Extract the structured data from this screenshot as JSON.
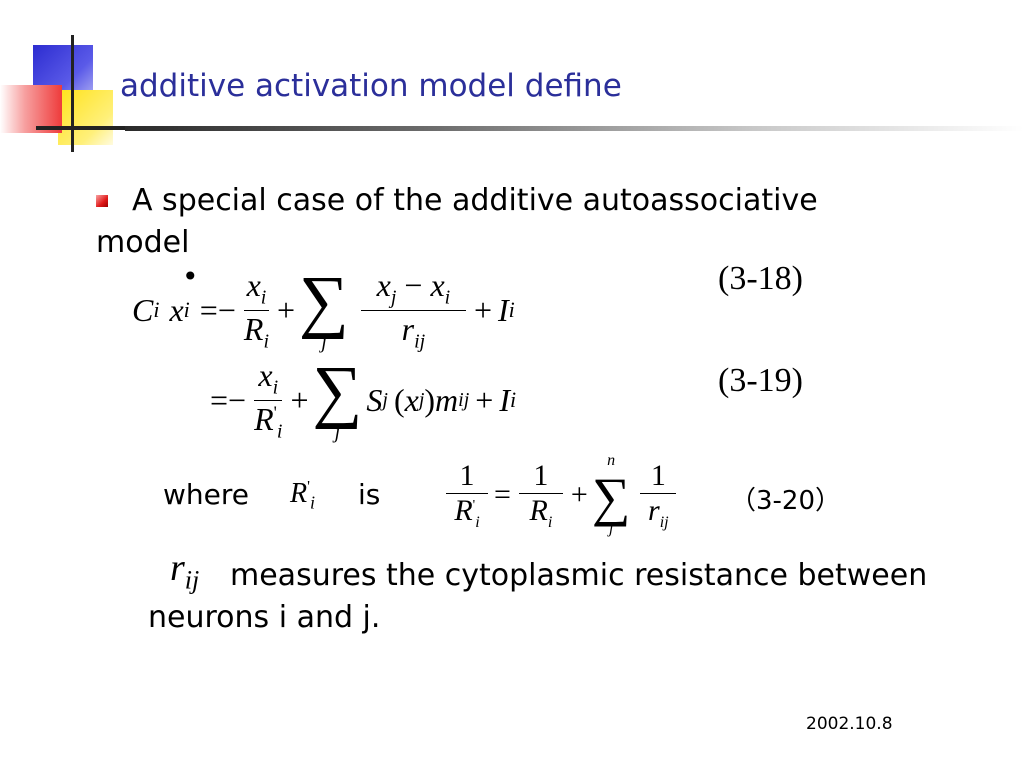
{
  "slide": {
    "title": "additive activation model define",
    "bullet_text": "A special case of the additive autoassociative model",
    "equations": [
      {
        "label": "(3-18)"
      },
      {
        "label": "(3-19)"
      },
      {
        "label": "（3-20）"
      }
    ],
    "where_text": "where",
    "is_text": "is",
    "rij_description": "measures the cytoplasmic resistance between neurons i and j.",
    "date": "2002.10.8"
  },
  "math": {
    "C": "C",
    "x": "x",
    "R": "R",
    "r": "r",
    "S": "S",
    "I": "I",
    "m": "m",
    "i": "i",
    "j": "j",
    "ij": "ij",
    "n": "n",
    "one": "1",
    "prime": "'",
    "eq": "=",
    "minus": "−",
    "plus": "+",
    "sigma": "∑",
    "lparen": "(",
    "rparen": ")"
  },
  "colors": {
    "title": "#2b2f9a",
    "bullet": "#e01818",
    "rule": "#2a2a2a"
  }
}
